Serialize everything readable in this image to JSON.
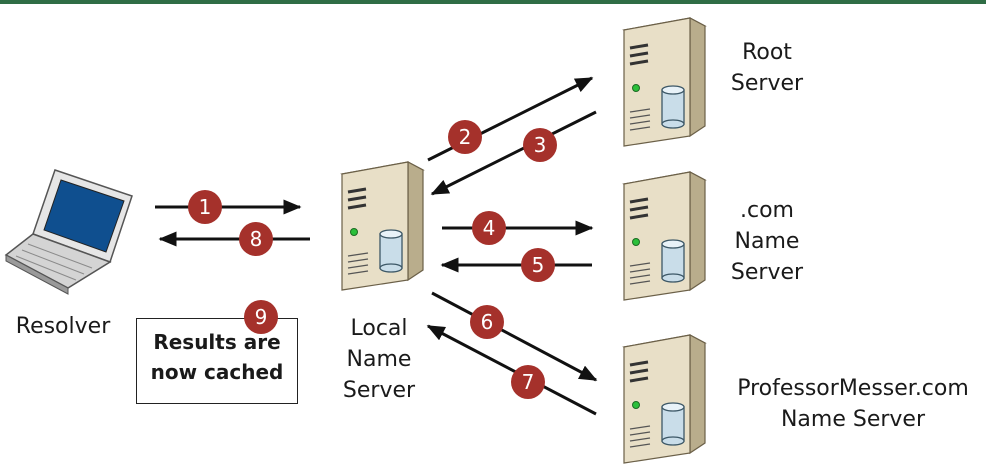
{
  "colors": {
    "badge": "#a5312b",
    "arrow": "#111111",
    "server_body": "#e8dfc7",
    "server_side": "#b9ad8c",
    "accent_bar": "#2f6d45"
  },
  "nodes": {
    "resolver": {
      "label": "Resolver",
      "icon": "laptop-icon"
    },
    "local": {
      "label": "Local\nName\nServer",
      "icon": "server-icon"
    },
    "root": {
      "label": "Root\nServer",
      "icon": "server-icon"
    },
    "com": {
      "label": ".com\nName\nServer",
      "icon": "server-icon"
    },
    "professor": {
      "label": "ProfessorMesser.com\nName Server",
      "icon": "server-icon"
    }
  },
  "steps": [
    "1",
    "2",
    "3",
    "4",
    "5",
    "6",
    "7",
    "8",
    "9"
  ],
  "cache_note": "Results are\nnow cached"
}
